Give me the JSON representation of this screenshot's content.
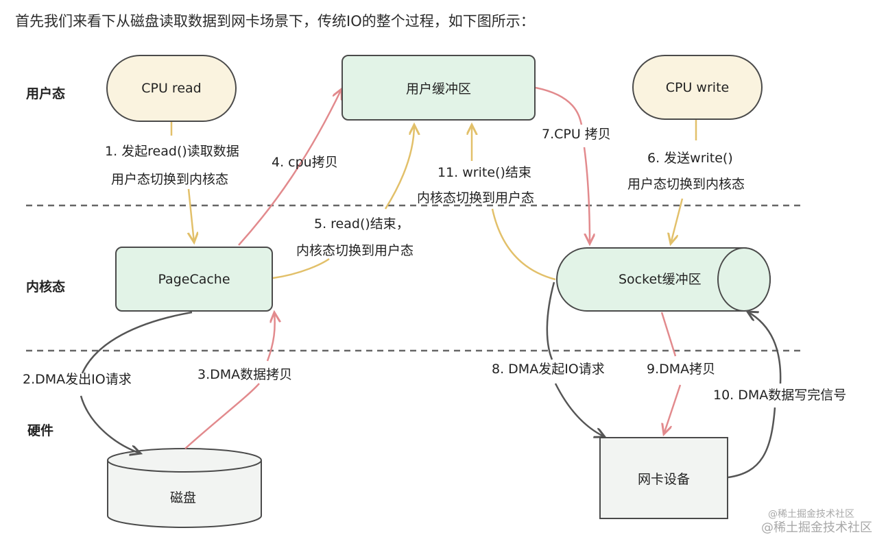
{
  "intro": "首先我们来看下从磁盘读取数据到网卡场景下，传统IO的整个过程，如下图所示：",
  "layers": {
    "user": "用户态",
    "kernel": "内核态",
    "hardware": "硬件"
  },
  "nodes": {
    "cpu_read": "CPU read",
    "user_buffer": "用户缓冲区",
    "cpu_write": "CPU write",
    "page_cache": "PageCache",
    "socket_buffer": "Socket缓冲区",
    "disk": "磁盘",
    "nic": "网卡设备"
  },
  "steps": {
    "s1_line1": "1. 发起read()读取数据",
    "s1_line2": "用户态切换到内核态",
    "s2": "2.DMA发出IO请求",
    "s3": "3.DMA数据拷贝",
    "s4": "4. cpu拷贝",
    "s5_line1": "5. read()结束，",
    "s5_line2": "内核态切换到用户态",
    "s6_line1": "6. 发送write()",
    "s6_line2": "用户态切换到内核态",
    "s7": "7.CPU 拷贝",
    "s8": "8. DMA发起IO请求",
    "s9": "9.DMA拷贝",
    "s10": "10. DMA数据写完信号",
    "s11_line1": "11. write()结束",
    "s11_line2": "内核态切换到用户态"
  },
  "watermark": {
    "line1": "@稀土掘金技术社区",
    "line2": "@稀土掘金技术社区"
  },
  "colors": {
    "pill_fill": "#faf3df",
    "green_fill": "#e2f3e7",
    "gray_fill": "#f2f4f2",
    "yellow_arrow": "#e2c06a",
    "red_arrow": "#e28a8d",
    "dark_arrow": "#555555"
  }
}
